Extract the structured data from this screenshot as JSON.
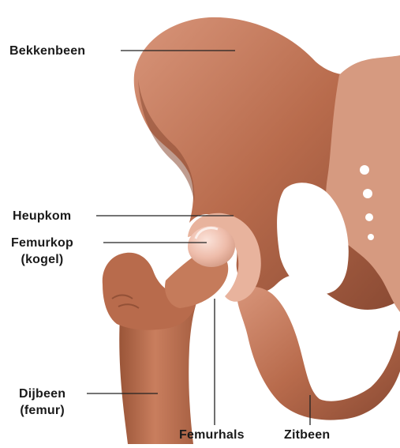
{
  "diagram": {
    "labels": {
      "bekkenbeen": "Bekkenbeen",
      "heupkom": "Heupkom",
      "femurkop_line1": "Femurkop",
      "femurkop_line2": "(kogel)",
      "dijbeen_line1": "Dijbeen",
      "dijbeen_line2": "(femur)",
      "femurhals": "Femurhals",
      "zitbeen": "Zitbeen"
    },
    "colors": {
      "background": "#ffffff",
      "bone_main": "#b86b4c",
      "bone_light": "#d8957a",
      "bone_dark": "#8a4a33",
      "cartilage": "#f1cbbf",
      "leader_line": "#222222",
      "text": "#1a1a1a"
    }
  }
}
